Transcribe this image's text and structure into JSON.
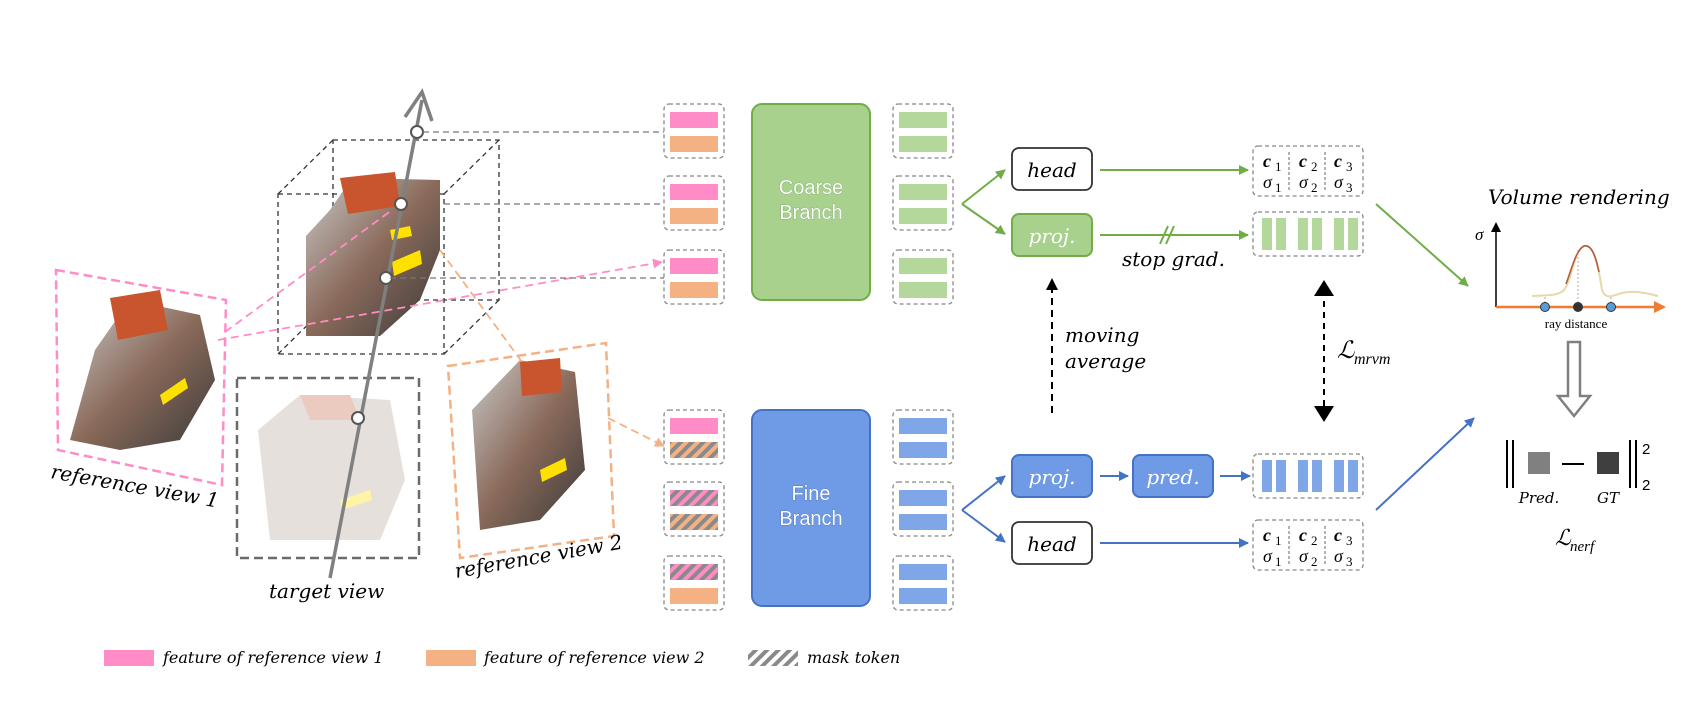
{
  "labels": {
    "coarse_branch": [
      "Coarse",
      "Branch"
    ],
    "fine_branch": [
      "Fine",
      "Branch"
    ],
    "head": "head",
    "proj": "proj.",
    "pred": "pred.",
    "stop_grad": "stop grad.",
    "moving_average": [
      "moving",
      "average"
    ],
    "loss_mrvm_main": "ℒ",
    "loss_mrvm_sub": "mrvm",
    "volume_rendering": "Volume rendering",
    "sigma_axis": "σ",
    "ray_distance": "ray distance",
    "pred_label": "Pred.",
    "gt_label": "GT",
    "loss_nerf_main": "ℒ",
    "loss_nerf_sub": "nerf",
    "reference_view_1": "reference view 1",
    "reference_view_2": "reference view 2",
    "target_view": "target view",
    "norm_sup": "2",
    "norm_sub": "2"
  },
  "output_cells": {
    "c": [
      "c",
      "c",
      "c"
    ],
    "sigma": [
      "σ",
      "σ",
      "σ"
    ],
    "idx": [
      "1",
      "2",
      "3"
    ]
  },
  "legend": {
    "ref1": "feature of reference view 1",
    "ref2": "feature of reference view 2",
    "mask": "mask token"
  },
  "colors": {
    "pink": "#ff8cc6",
    "orange": "#f4b183",
    "green_fill": "#a9d18e",
    "green_stroke": "#70ad47",
    "blue_fill": "#6f9be6",
    "blue_stroke": "#4472c4",
    "green_feature": "#b4d89b",
    "blue_feature": "#7fa7e8",
    "gray": "#808080"
  }
}
